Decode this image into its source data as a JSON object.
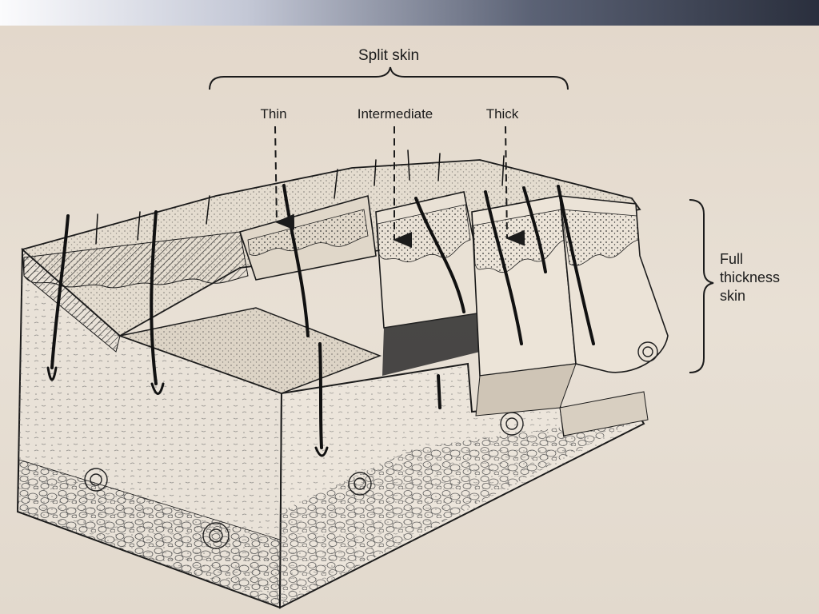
{
  "labels": {
    "split_skin": "Split skin",
    "thin": "Thin",
    "intermediate": "Intermediate",
    "thick": "Thick",
    "full_line1": "Full",
    "full_line2": "thickness",
    "full_line3": "skin"
  },
  "colors": {
    "paper": "#e6ddd1",
    "ink": "#1b1b1b"
  }
}
